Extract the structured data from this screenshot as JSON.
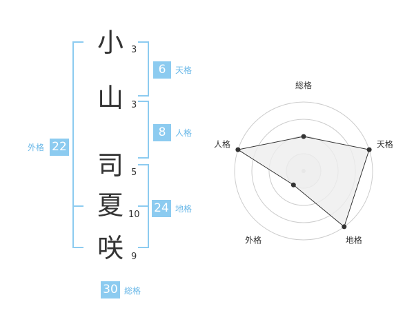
{
  "characters": [
    {
      "char": "小",
      "strokes": "3"
    },
    {
      "char": "山",
      "strokes": "3"
    },
    {
      "char": "司",
      "strokes": "5"
    },
    {
      "char": "夏",
      "strokes": "10"
    },
    {
      "char": "咲",
      "strokes": "9"
    }
  ],
  "scores": {
    "tenkaku": {
      "value": "6",
      "label": "天格"
    },
    "jinkaku": {
      "value": "8",
      "label": "人格"
    },
    "chikaku": {
      "value": "24",
      "label": "地格"
    },
    "gaikaku": {
      "value": "22",
      "label": "外格"
    },
    "soukaku": {
      "value": "30",
      "label": "総格"
    }
  },
  "chart_data": {
    "type": "radar",
    "axes": [
      "総格",
      "天格",
      "地格",
      "外格",
      "人格"
    ],
    "values": [
      2,
      4,
      4,
      1,
      4
    ],
    "max": 4,
    "ring_count": 4,
    "grid": true,
    "fill_color": "#eeeeee",
    "line_color": "#333333",
    "ring_color": "#cccccc"
  }
}
